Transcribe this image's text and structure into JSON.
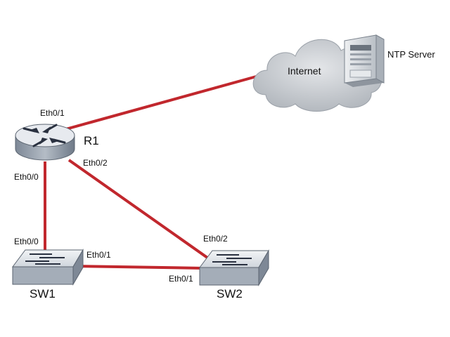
{
  "colors": {
    "link": "#c1272d",
    "device_top": "#e7eaef",
    "device_side": "#8f9aa8",
    "device_edge": "#5b6470",
    "arrow": "#2a3140",
    "cloud": "#c9cdd2",
    "cloud_edge": "#9aa0a8",
    "server": "#d7dbe0"
  },
  "devices": {
    "r1": "R1",
    "sw1": "SW1",
    "sw2": "SW2"
  },
  "cloud": {
    "label": "Internet"
  },
  "server": {
    "label": "NTP Server",
    "icon": "server-tower-icon"
  },
  "ports": {
    "r1_eth01": "Eth0/1",
    "r1_eth02": "Eth0/2",
    "r1_eth00": "Eth0/0",
    "sw1_eth00": "Eth0/0",
    "sw1_eth01": "Eth0/1",
    "sw2_eth02": "Eth0/2",
    "sw2_eth01": "Eth0/1"
  },
  "links": [
    {
      "from": "R1 Eth0/1",
      "to": "Internet"
    },
    {
      "from": "R1 Eth0/0",
      "to": "SW1 Eth0/0"
    },
    {
      "from": "R1 Eth0/2",
      "to": "SW2 Eth0/2"
    },
    {
      "from": "SW1 Eth0/1",
      "to": "SW2 Eth0/1"
    }
  ]
}
